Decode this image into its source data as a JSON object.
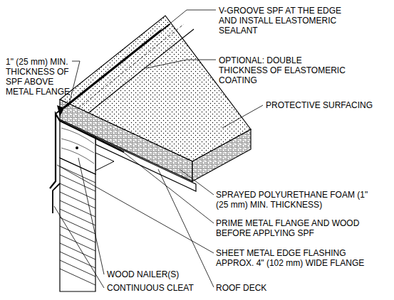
{
  "diagram": {
    "labels": [
      "V-GROOVE SPF AT THE EDGE AND INSTALL ELASTOMERIC SEALANT",
      "1\" (25 mm) MIN. THICKNESS OF SPF ABOVE METAL FLANGE",
      "OPTIONAL: DOUBLE THICKNESS OF ELASTOMERIC COATING",
      "PROTECTIVE SURFACING",
      "SPRAYED POLYURETHANE FOAM (1\" (25 mm) MIN. THICKNESS)",
      "PRIME METAL FLANGE AND WOOD BEFORE APPLYING SPF",
      "SHEET METAL EDGE FLASHING APPROX. 4\" (102 mm) WIDE FLANGE",
      "WOOD NAILER(S)",
      "CONTINUOUS CLEAT",
      "ROOF DECK"
    ]
  }
}
